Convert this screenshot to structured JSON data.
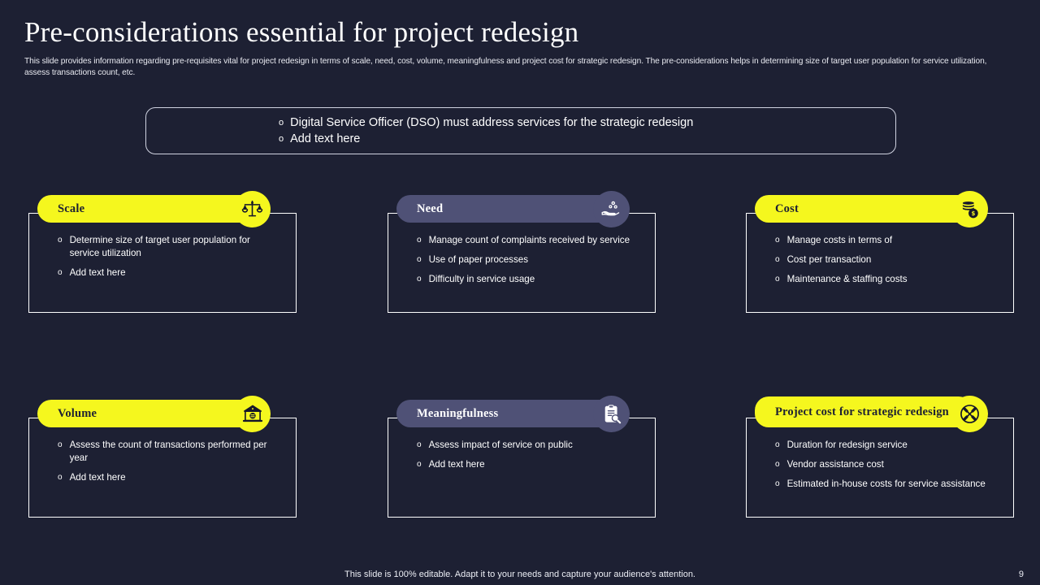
{
  "header": {
    "title": "Pre-considerations essential for project redesign",
    "subtitle": "This slide provides information regarding pre-requisites vital for project redesign in terms of scale, need, cost, volume, meaningfulness and project cost for strategic redesign. The pre-considerations helps in determining size of target user population for service utilization, assess transactions count, etc."
  },
  "callout": {
    "bullets": [
      "Digital Service Officer (DSO) must address services for the strategic redesign",
      "Add text here"
    ]
  },
  "cards": [
    {
      "title": "Scale",
      "theme": "yellow",
      "icon": "balance-scale-icon",
      "bullets": [
        "Determine size of target user population for service utilization",
        "Add text here"
      ]
    },
    {
      "title": "Need",
      "theme": "purple",
      "icon": "hand-gears-icon",
      "bullets": [
        "Manage count of complaints received by service",
        "Use of paper processes",
        "Difficulty in service usage"
      ]
    },
    {
      "title": "Cost",
      "theme": "yellow",
      "icon": "money-stack-icon",
      "bullets": [
        "Manage costs in terms of",
        "Cost per transaction",
        "Maintenance & staffing costs"
      ]
    },
    {
      "title": "Volume",
      "theme": "yellow",
      "icon": "bank-building-icon",
      "bullets": [
        "Assess the count of transactions performed per year",
        "Add text here"
      ]
    },
    {
      "title": "Meaningfulness",
      "theme": "purple",
      "icon": "clipboard-search-icon",
      "bullets": [
        "Assess impact of service on public",
        "Add text here"
      ]
    },
    {
      "title": "Project cost for strategic redesign",
      "theme": "yellow",
      "icon": "crossed-tools-icon",
      "bullets": [
        "Duration for redesign service",
        "Vendor assistance cost",
        "Estimated in-house costs for service assistance"
      ]
    }
  ],
  "footer": {
    "note": "This slide is 100% editable. Adapt it to your needs and capture your audience's attention.",
    "page_number": "9"
  },
  "colors": {
    "background": "#1d2033",
    "accent_yellow": "#f5f71e",
    "accent_purple": "#4f5176",
    "text": "#ffffff"
  },
  "bullet_glyph": "o"
}
